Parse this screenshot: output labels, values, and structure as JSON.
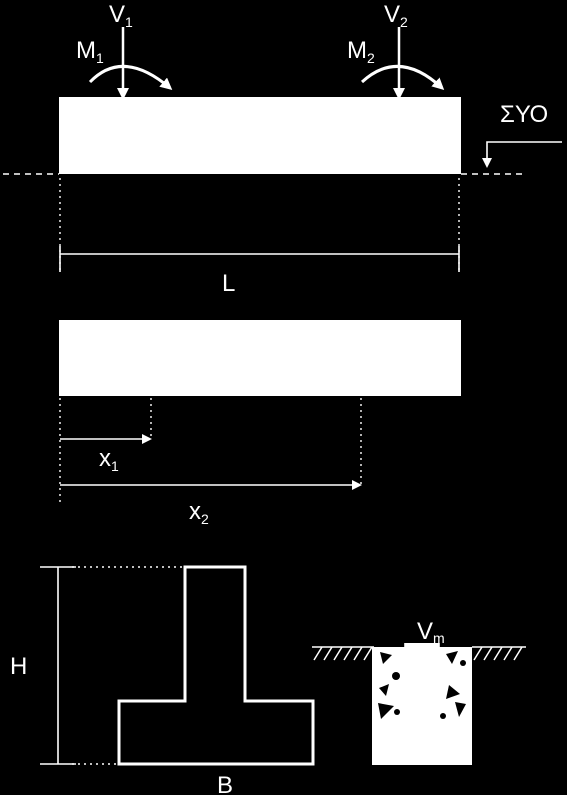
{
  "colors": {
    "background": "#000000",
    "foreground": "#ffffff"
  },
  "top": {
    "V1": {
      "main": "V",
      "sub": "1"
    },
    "V2": {
      "main": "V",
      "sub": "2"
    },
    "M1": {
      "main": "M",
      "sub": "1"
    },
    "M2": {
      "main": "M",
      "sub": "2"
    },
    "level_label": "ΣΥΟ",
    "length_label": "L"
  },
  "middle": {
    "x1": {
      "main": "x",
      "sub": "1"
    },
    "x2": {
      "main": "x",
      "sub": "2"
    }
  },
  "bottom": {
    "height_label": "H",
    "width_label": "B",
    "Vm": {
      "main": "V",
      "sub": "m"
    }
  }
}
